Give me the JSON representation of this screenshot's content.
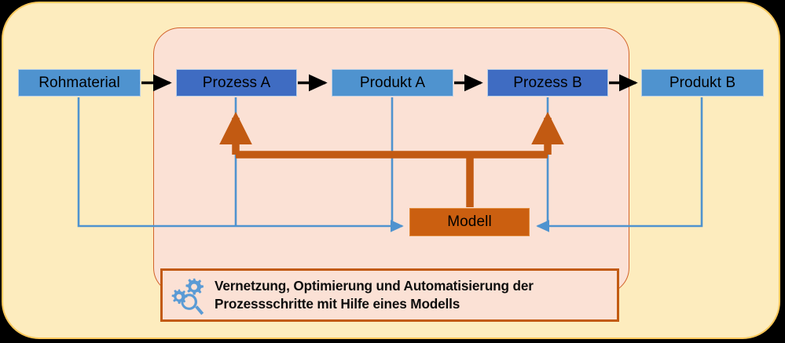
{
  "diagram": {
    "title_caption": {
      "line1": "Vernetzung, Optimierung und Automatisierung der",
      "line2": "Prozessschritte mit Hilfe eines Modells",
      "icon": "gears-magnifier-icon"
    },
    "nodes": [
      {
        "id": "rohmaterial",
        "label": "Rohmaterial",
        "type": "product",
        "color": "#4f93cf"
      },
      {
        "id": "prozess-a",
        "label": "Prozess A",
        "type": "process",
        "color": "#3f6cc2"
      },
      {
        "id": "produkt-a",
        "label": "Produkt A",
        "type": "product",
        "color": "#4f93cf"
      },
      {
        "id": "prozess-b",
        "label": "Prozess B",
        "type": "process",
        "color": "#3f6cc2"
      },
      {
        "id": "produkt-b",
        "label": "Produkt B",
        "type": "product",
        "color": "#4f93cf"
      },
      {
        "id": "modell",
        "label": "Modell",
        "type": "model",
        "color": "#cb5f10"
      }
    ],
    "flow_sequence": [
      "Rohmaterial",
      "Prozess A",
      "Produkt A",
      "Prozess B",
      "Produkt B"
    ],
    "colors": {
      "outer_background": "#fdecbe",
      "outer_border": "#fcc85a",
      "inner_background": "#fbe1d5",
      "inner_border": "#d2622a",
      "product_blue": "#4f93cf",
      "process_blue": "#3f6cc2",
      "model_orange": "#cb5f10",
      "data_wire_blue": "#4f93cf",
      "control_wire_orange": "#c25a12",
      "flow_arrow": "#000000"
    },
    "edges": {
      "flow_arrows": [
        {
          "from": "Rohmaterial",
          "to": "Prozess A"
        },
        {
          "from": "Prozess A",
          "to": "Produkt A"
        },
        {
          "from": "Produkt A",
          "to": "Prozess B"
        },
        {
          "from": "Prozess B",
          "to": "Produkt B"
        }
      ],
      "data_to_model": [
        {
          "from": "Rohmaterial",
          "to": "Modell"
        },
        {
          "from": "Prozess A",
          "to": "Modell"
        },
        {
          "from": "Produkt A",
          "to": "Modell"
        },
        {
          "from": "Prozess B",
          "to": "Modell"
        },
        {
          "from": "Produkt B",
          "to": "Modell"
        }
      ],
      "model_control": [
        {
          "from": "Modell",
          "to": "Prozess A"
        },
        {
          "from": "Modell",
          "to": "Prozess B"
        }
      ]
    }
  }
}
